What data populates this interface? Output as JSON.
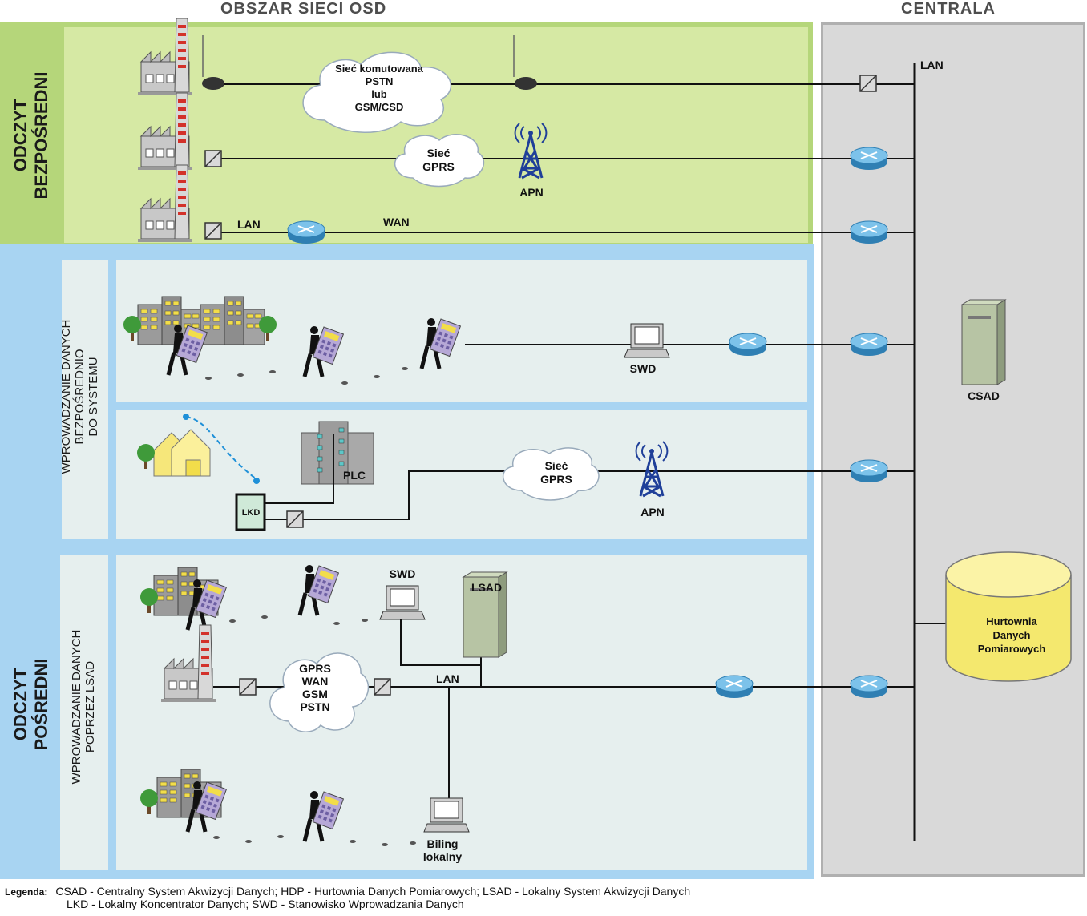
{
  "headers": {
    "left": "OBSZAR SIECI OSD",
    "right": "CENTRALA"
  },
  "sections": {
    "direct": {
      "label_line1": "ODCZYT",
      "label_line2": "BEZPOŚREDNI"
    },
    "indirect": {
      "label_line1": "ODCZYT",
      "label_line2": "POŚREDNI"
    },
    "sub1": {
      "line1": "WPROWADZANIE DANYCH",
      "line2": "BEZPOŚREDNIO",
      "line3": "DO SYSTEMU"
    },
    "sub2": {
      "line1": "WPROWADZANIE DANYCH",
      "line2": "POPRZEZ  LSAD"
    }
  },
  "labels": {
    "pstn_cloud": [
      "Sieć komutowana",
      "PSTN",
      "lub",
      "GSM/CSD"
    ],
    "gprs_cloud": [
      "Sieć",
      "GPRS"
    ],
    "apn": "APN",
    "lan": "LAN",
    "wan": "WAN",
    "swd": "SWD",
    "csad": "CSAD",
    "plc": "PLC",
    "lkd": "LKD",
    "multi_cloud": [
      "GPRS",
      "WAN",
      "GSM",
      "PSTN"
    ],
    "lsad": "LSAD",
    "hdp": [
      "Hurtownia",
      "Danych",
      "Pomiarowych"
    ],
    "billing": [
      "Biling",
      "lokalny"
    ]
  },
  "legend": {
    "title": "Legenda:",
    "line1": "CSAD - Centralny System Akwizycji Danych;  HDP - Hurtownia Danych Pomiarowych; LSAD - Lokalny System Akwizycji Danych",
    "line2": "LKD - Lokalny Koncentrator Danych; SWD - Stanowisko Wprowadzania Danych"
  },
  "colors": {
    "green_zone": "#b5d67a",
    "green_inner": "#d6e9a4",
    "blue_zone": "#a8d4f2",
    "inner_panel": "#e6efee",
    "central_zone": "#d9d9d9",
    "router": "#5aa9d6",
    "tower": "#1f3f99"
  }
}
